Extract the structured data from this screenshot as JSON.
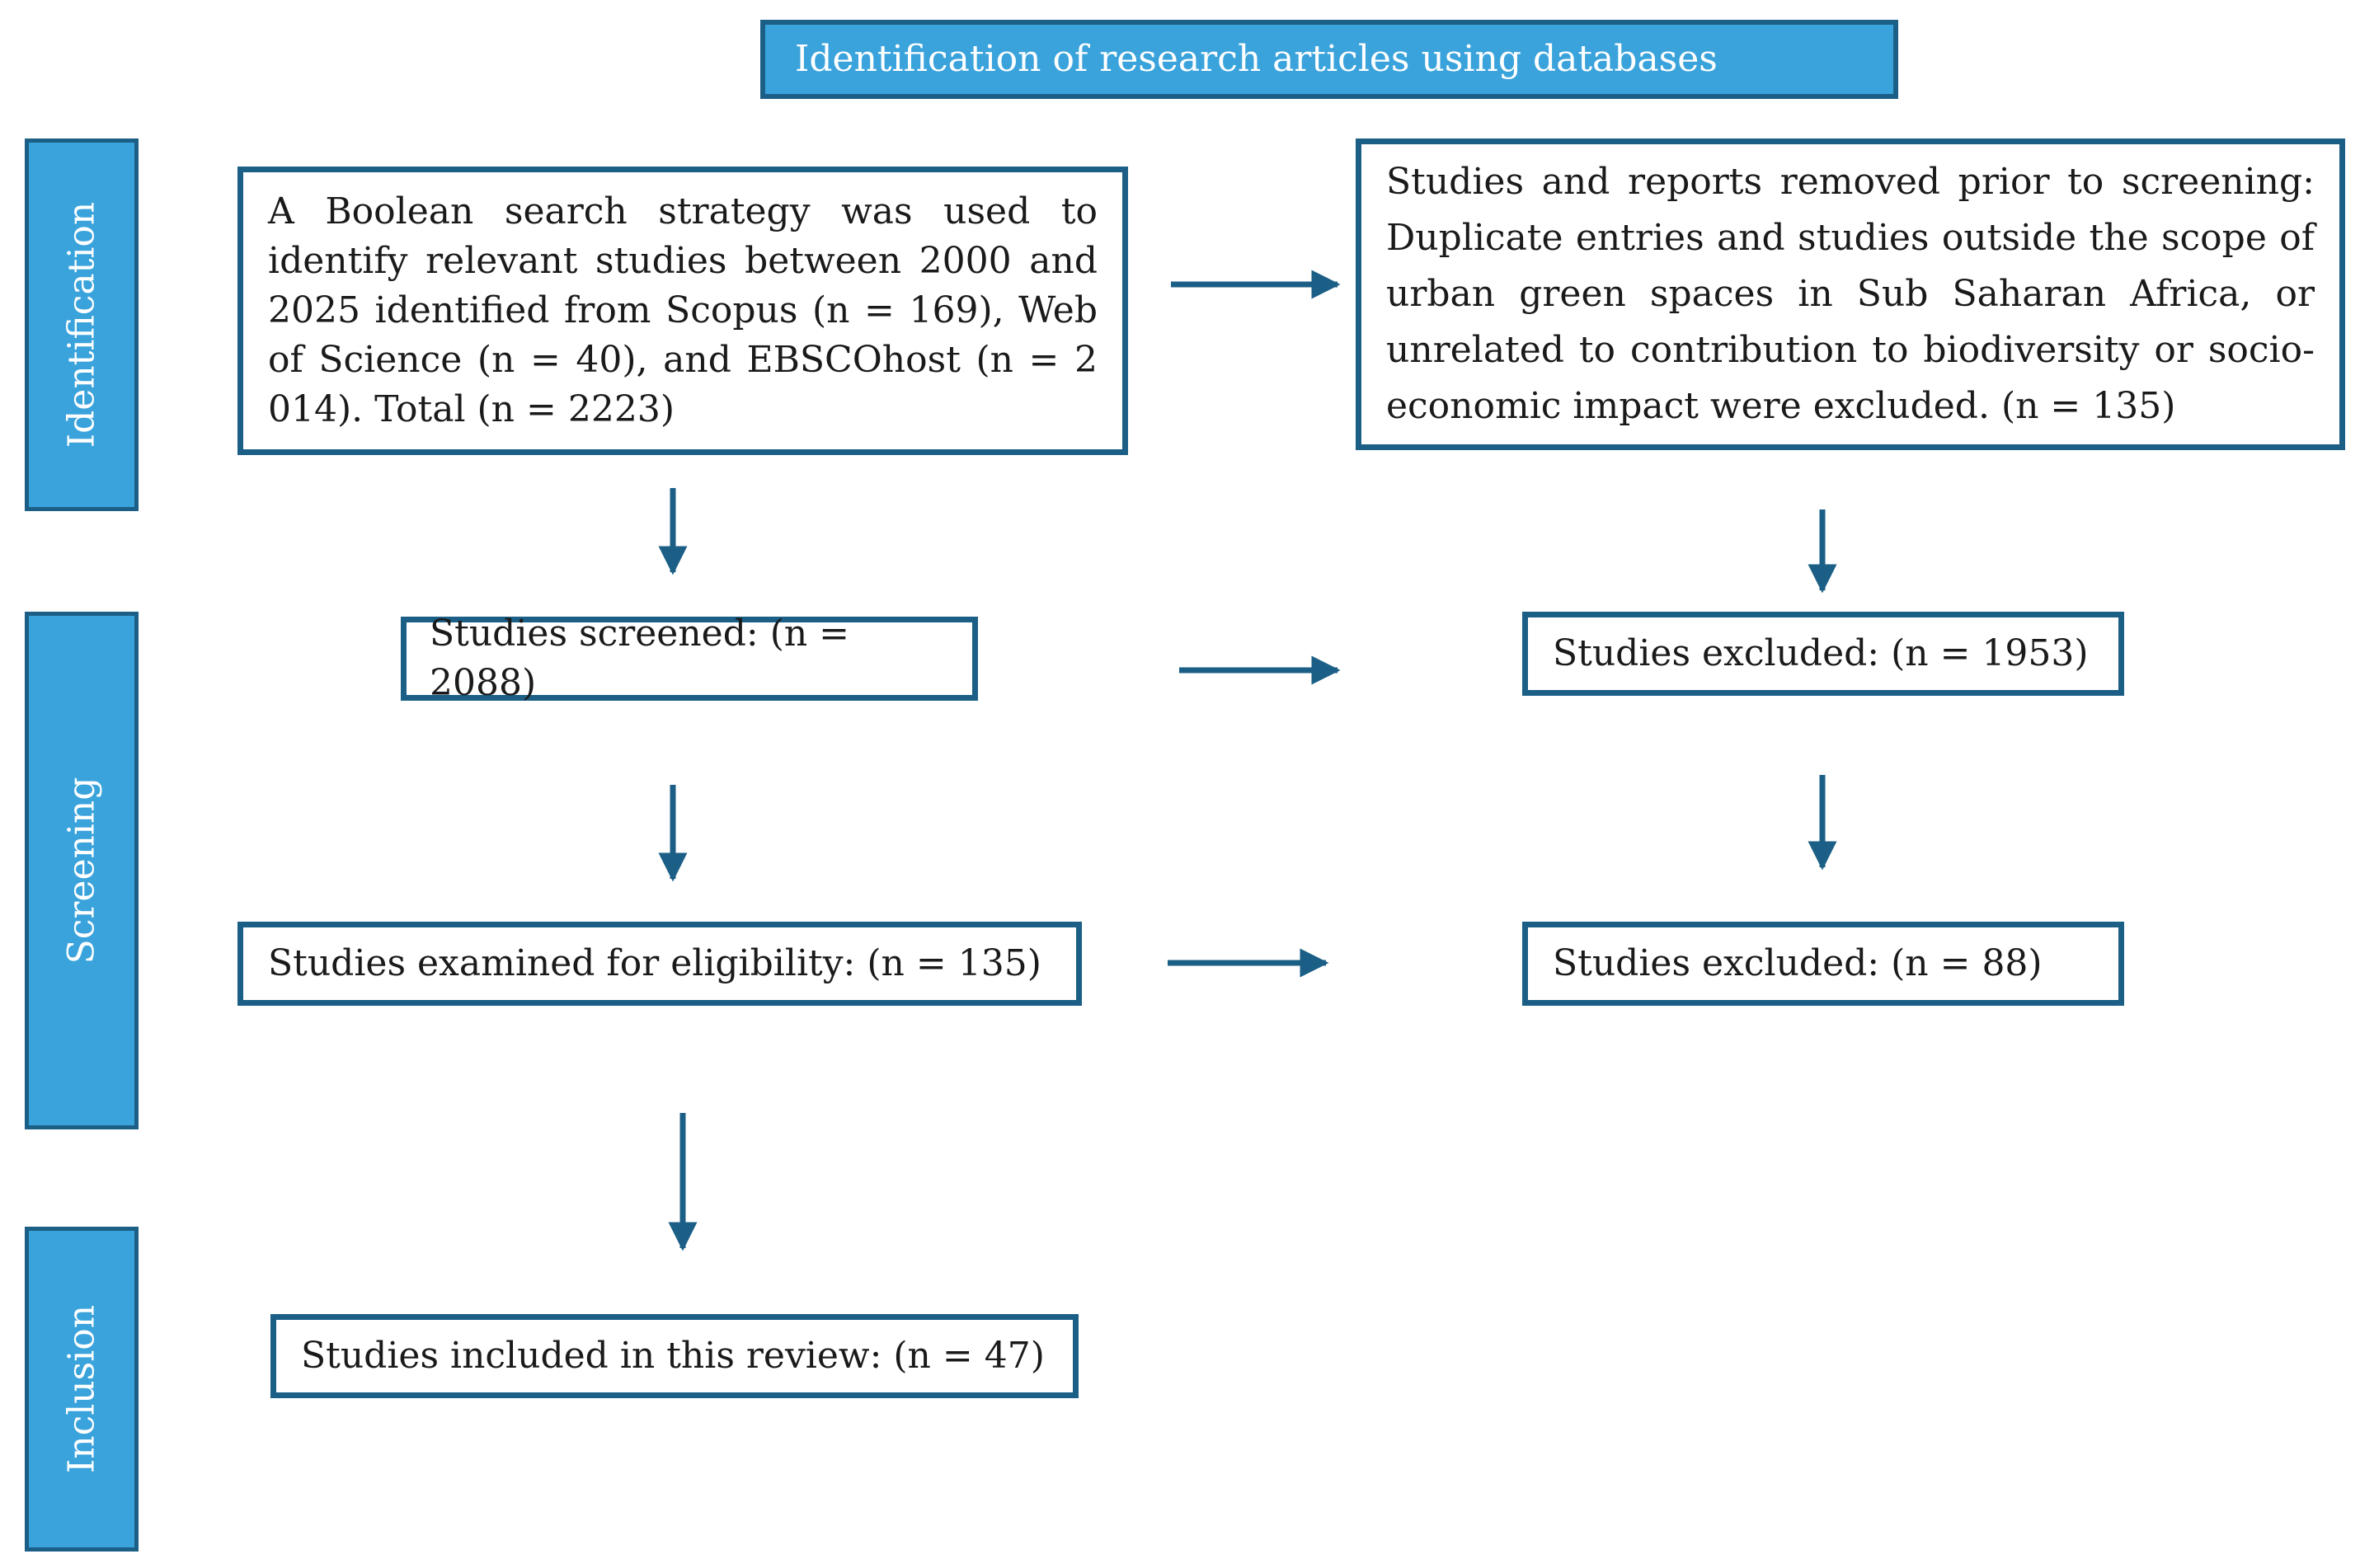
{
  "header": {
    "title": "Identification of research articles using databases"
  },
  "phases": {
    "identification": "Identification",
    "screening": "Screening",
    "inclusion": "Inclusion"
  },
  "boxes": {
    "identified": "A Boolean search strategy was used to identify relevant studies between 2000 and 2025 identified from Scopus (n = 169), Web of Science (n = 40), and EBSCOhost (n = 2 014). Total (n = 2223)",
    "removed_prior": "Studies and reports removed prior to screening: Duplicate entries and studies outside the scope of urban green spaces in Sub Saharan Africa, or unrelated to contribution to biodiversity or socio-economic impact were excluded. (n = 135)",
    "screened": "Studies screened: (n = 2088)",
    "excluded_screening": "Studies excluded: (n = 1953)",
    "eligibility": "Studies examined for eligibility: (n = 135)",
    "excluded_eligibility": "Studies excluded: (n = 88)",
    "included": "Studies included in this review: (n = 47)"
  },
  "colors": {
    "accent_fill": "#3aa3dc",
    "border": "#1c5f86",
    "arrow": "#1c5f86"
  }
}
